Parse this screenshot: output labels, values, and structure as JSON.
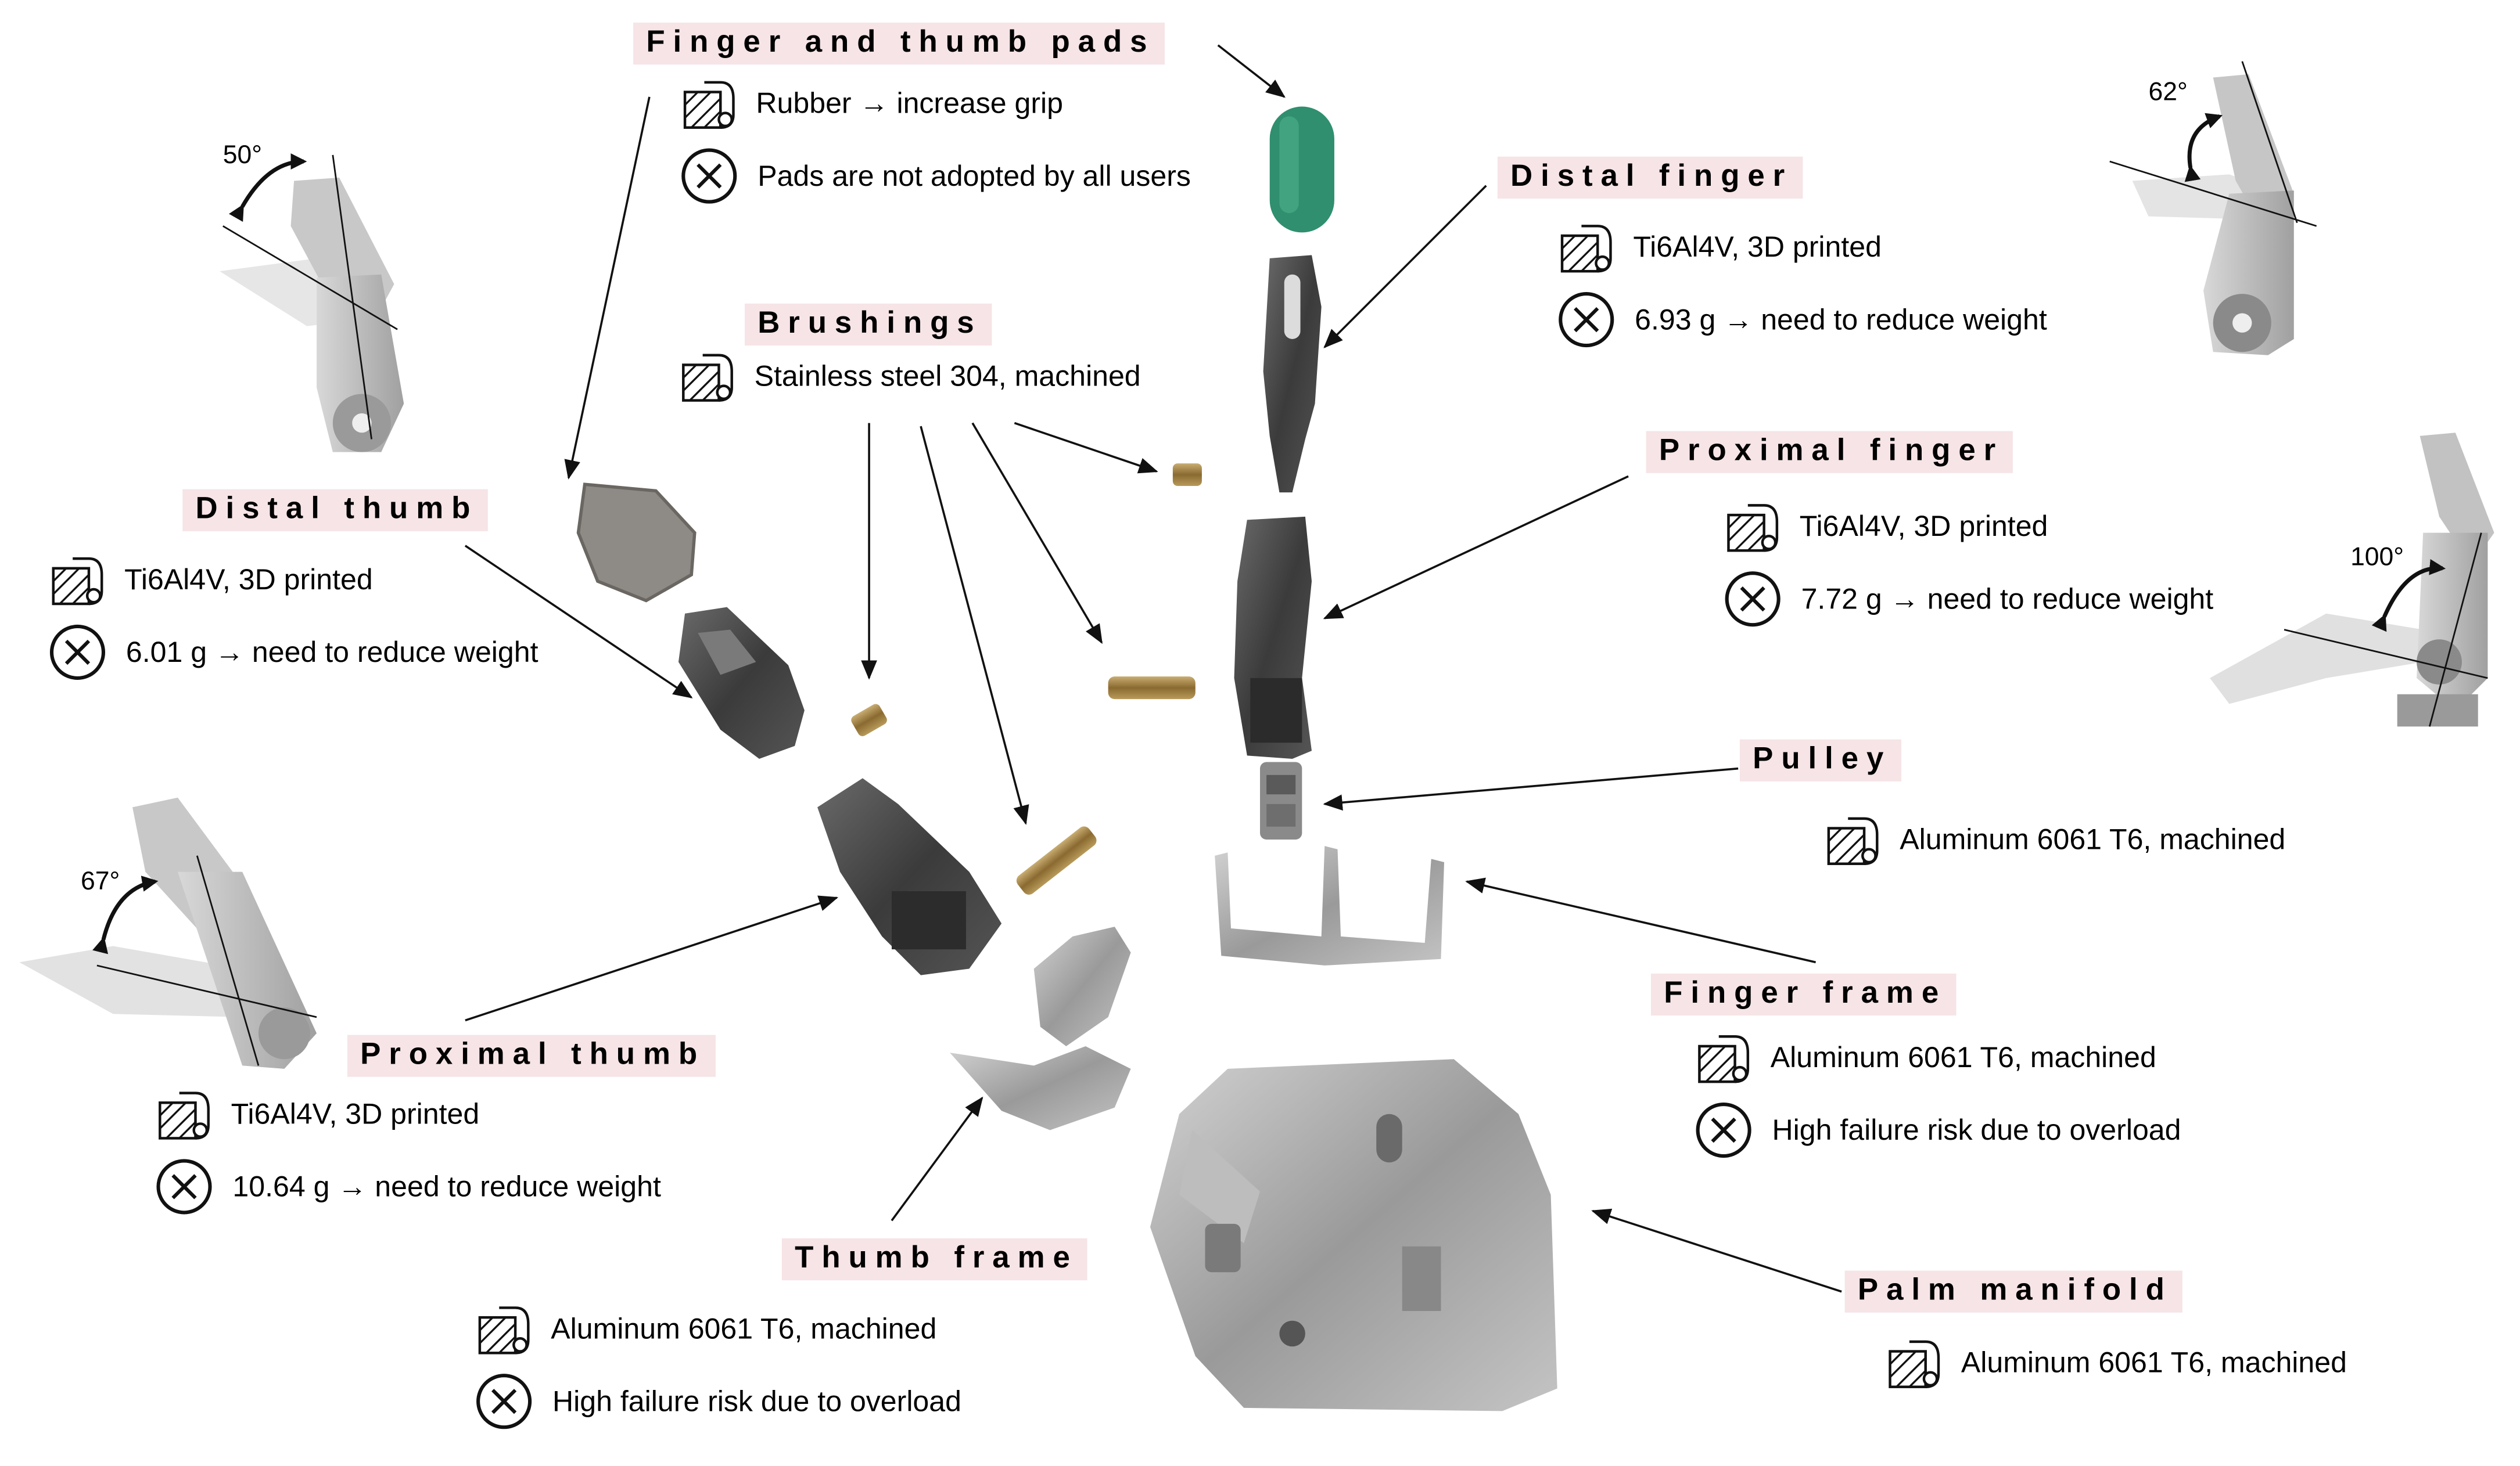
{
  "labels": {
    "pads": {
      "title": "Finger and thumb pads",
      "material": "Rubber → increase grip",
      "issue": "Pads are not adopted by all users"
    },
    "brushings": {
      "title": "Brushings",
      "material": "Stainless steel 304, machined"
    },
    "distal_finger": {
      "title": "Distal finger",
      "material": "Ti6Al4V, 3D printed",
      "issue": "6.93 g → need to reduce weight"
    },
    "proximal_finger": {
      "title": "Proximal finger",
      "material": "Ti6Al4V, 3D printed",
      "issue": "7.72 g → need to reduce weight"
    },
    "pulley": {
      "title": "Pulley",
      "material": "Aluminum  6061 T6, machined"
    },
    "finger_frame": {
      "title": "Finger frame",
      "material": "Aluminum  6061 T6, machined",
      "issue": "High failure risk due to overload"
    },
    "palm_manifold": {
      "title": "Palm manifold",
      "material": "Aluminum  6061 T6, machined"
    },
    "distal_thumb": {
      "title": "Distal thumb",
      "material": "Ti6Al4V, 3D printed",
      "issue": "6.01 g → need to reduce weight"
    },
    "proximal_thumb": {
      "title": "Proximal thumb",
      "material": "Ti6Al4V, 3D printed",
      "issue": "10.64 g → need to reduce weight"
    },
    "thumb_frame": {
      "title": "Thumb frame",
      "material": "Aluminum  6061 T6, machined",
      "issue": "High failure risk due to overload"
    }
  },
  "angles": {
    "distal_thumb": "50°",
    "proximal_thumb": "67°",
    "distal_finger": "62°",
    "proximal_finger": "100°"
  },
  "colors": {
    "title_bg": "#f6e4e6",
    "pad_green": "#2f8f6e",
    "metal_dark": "#3a3a3a",
    "aluminum": "#a8a8a8",
    "brass": "#a88a4e"
  },
  "icons": {
    "material": "material-stock-icon",
    "issue": "cross-circle-icon"
  }
}
